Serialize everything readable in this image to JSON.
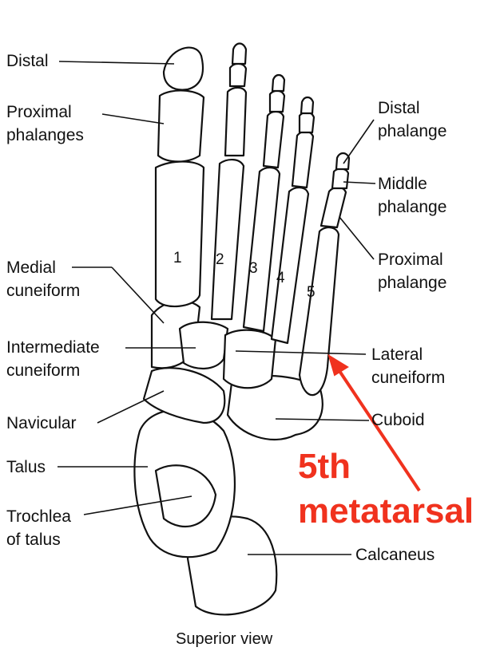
{
  "labels_left": {
    "distal": "Distal",
    "proximal_phalanges": [
      "Proximal",
      "phalanges"
    ],
    "medial_cuneiform": [
      "Medial",
      "cuneiform"
    ],
    "intermediate_cuneiform": [
      "Intermediate",
      "cuneiform"
    ],
    "navicular": "Navicular",
    "talus": "Talus",
    "trochlea": [
      "Trochlea",
      "of talus"
    ]
  },
  "labels_right": {
    "distal_phalange": [
      "Distal",
      "phalange"
    ],
    "middle_phalange": [
      "Middle",
      "phalange"
    ],
    "proximal_phalange": [
      "Proximal",
      "phalange"
    ],
    "lateral_cuneiform": [
      "Lateral",
      "cuneiform"
    ],
    "cuboid": "Cuboid",
    "calcaneus": "Calcaneus"
  },
  "metatarsal_numbers": [
    "1",
    "2",
    "3",
    "4",
    "5"
  ],
  "annotation": [
    "5th",
    "metatarsal"
  ],
  "annotation_color": "#f0321e",
  "caption": "Superior view"
}
